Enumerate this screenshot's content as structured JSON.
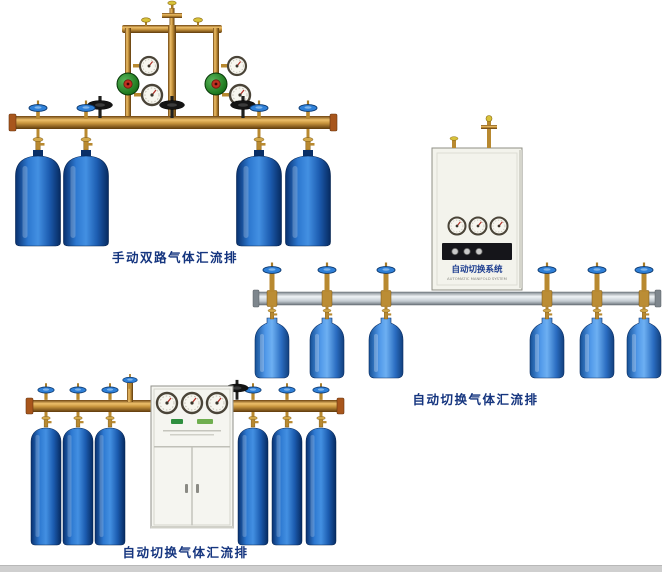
{
  "page": {
    "background": "#ffffff",
    "description": "Gas manifold (busbar) product illustration page with three product photos and captions"
  },
  "assemblies": {
    "manual_dual": {
      "caption": "手动双路气体汇流排"
    },
    "auto_right": {
      "caption": "自动切换气体汇流排"
    },
    "auto_bottom": {
      "caption": "自动切换气体汇流排"
    }
  },
  "cabinet_right": {
    "title": "自动切换系统",
    "subtitle": "AUTOMATIC MANIFOLD SYSTEM"
  },
  "colors": {
    "caption_text": "#15357f",
    "brass_pipe": "#c8953d",
    "aluminum_pipe": "#eef2f4",
    "cylinder_blue": "#2e7cd6",
    "valve_handle_blue": "#2f80d8",
    "regulator_green": "#1f7a1f",
    "handwheel_black": "#141414",
    "cabinet_white": "#f3f3ec"
  },
  "icons": {
    "pressure-gauge-icon": "round dial with needle",
    "regulator-icon": "green disc regulator",
    "valve-handwheel-icon": "black handwheel",
    "cylinder-valve-handle-icon": "blue handwheel",
    "gas-cylinder": "blue bottle"
  }
}
